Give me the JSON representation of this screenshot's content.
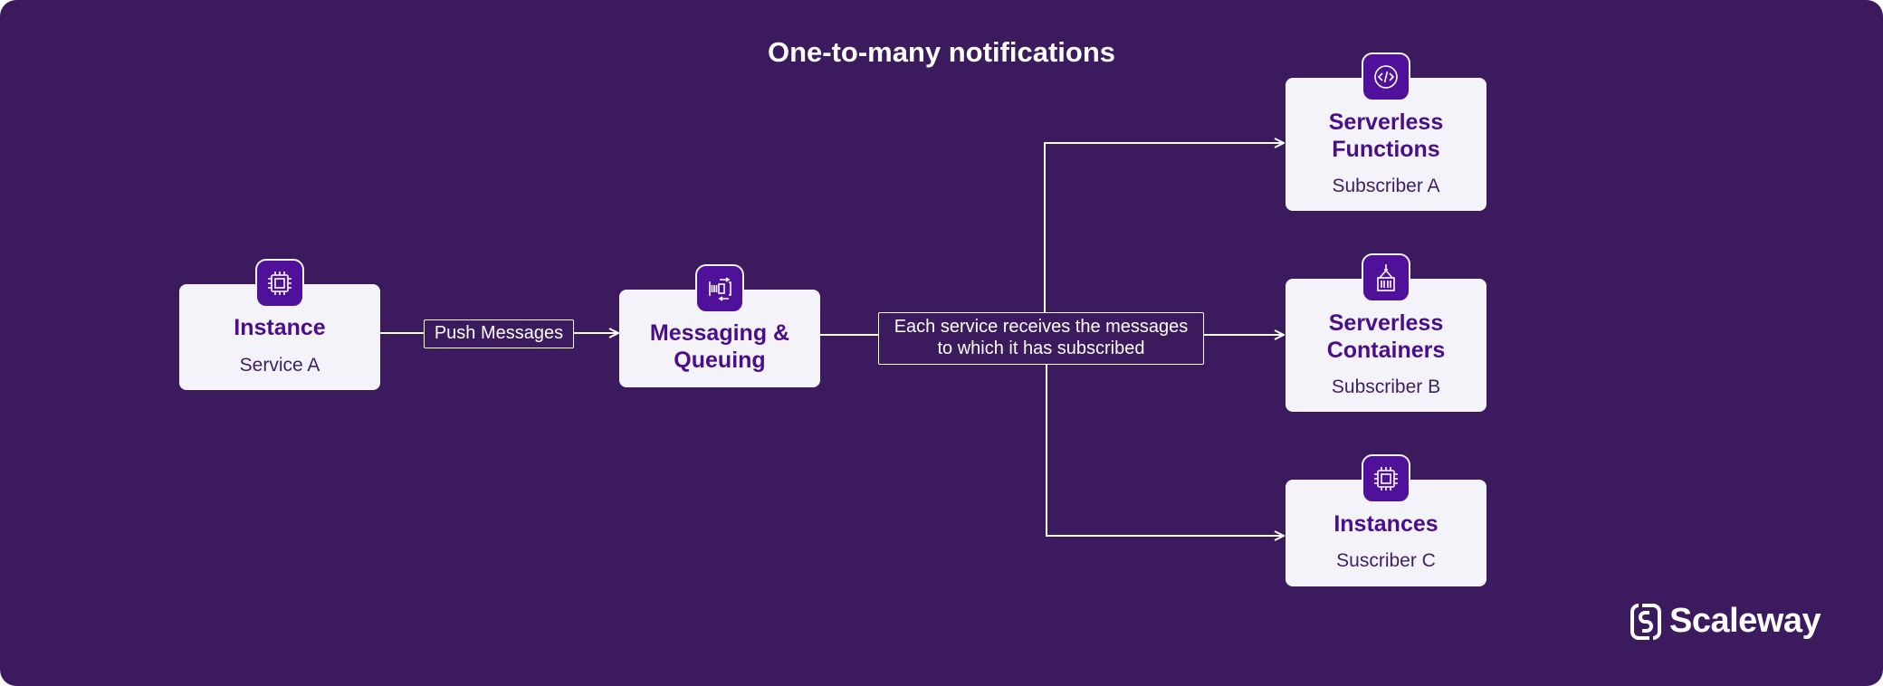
{
  "diagram": {
    "title": "One-to-many notifications",
    "source": {
      "name": "Instance",
      "subtitle": "Service A",
      "icon": "cpu-chip-icon"
    },
    "edge_push_label": "Push Messages",
    "broker": {
      "name_line1": "Messaging &",
      "name_line2": "Queuing",
      "icon": "queue-icon"
    },
    "edge_fanout_label_line1": "Each service receives the messages",
    "edge_fanout_label_line2": "to which it has subscribed",
    "subscribers": [
      {
        "name_line1": "Serverless",
        "name_line2": "Functions",
        "subtitle": "Subscriber A",
        "icon": "code-icon"
      },
      {
        "name_line1": "Serverless",
        "name_line2": "Containers",
        "subtitle": "Subscriber B",
        "icon": "container-icon"
      },
      {
        "name_line1": "Instances",
        "subtitle": "Suscriber C",
        "icon": "cpu-chip-icon"
      }
    ]
  },
  "brand": {
    "name": "Scaleway"
  },
  "colors": {
    "background": "#3b1a5e",
    "card": "#f5f3fa",
    "accent": "#4f1199",
    "text_on_card": "#4a0e8c"
  }
}
